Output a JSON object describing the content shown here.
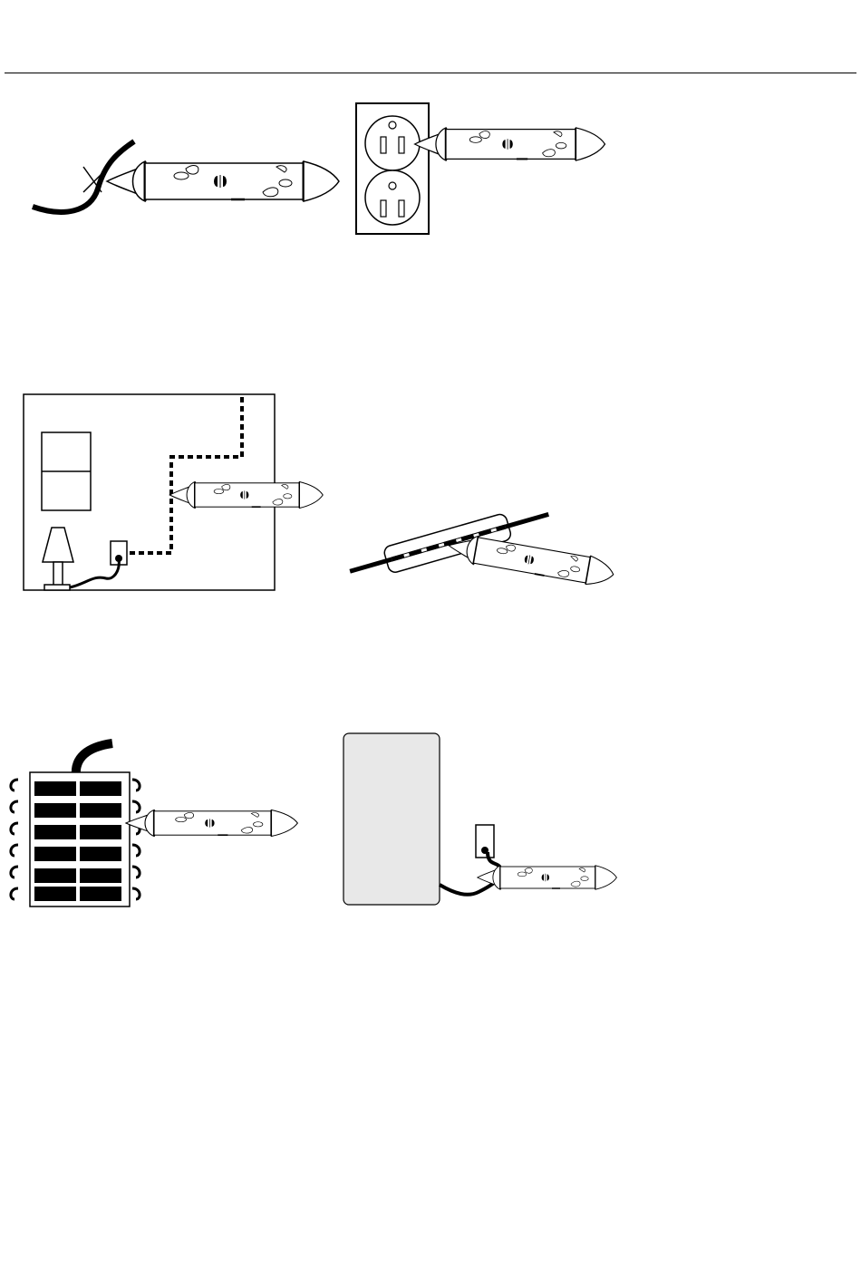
{
  "page": {
    "title": "",
    "figures": [
      {
        "id": "fig-1",
        "subject": "tester-on-wire"
      },
      {
        "id": "fig-2",
        "subject": "tester-in-outlet"
      },
      {
        "id": "fig-3",
        "subject": "tester-tracing-wall-wire"
      },
      {
        "id": "fig-4",
        "subject": "tester-along-cable"
      },
      {
        "id": "fig-5",
        "subject": "tester-on-breaker-panel"
      },
      {
        "id": "fig-6",
        "subject": "tester-on-appliance-cord"
      }
    ]
  },
  "icons": {
    "tester": "voltage-tester-icon",
    "outlet": "duplex-outlet-icon",
    "lamp": "lamp-icon",
    "window": "window-icon",
    "panel": "breaker-panel-icon",
    "appliance": "appliance-icon"
  },
  "colors": {
    "ink": "#000000",
    "paper": "#ffffff",
    "appliance_fill": "#e8e8e8"
  }
}
